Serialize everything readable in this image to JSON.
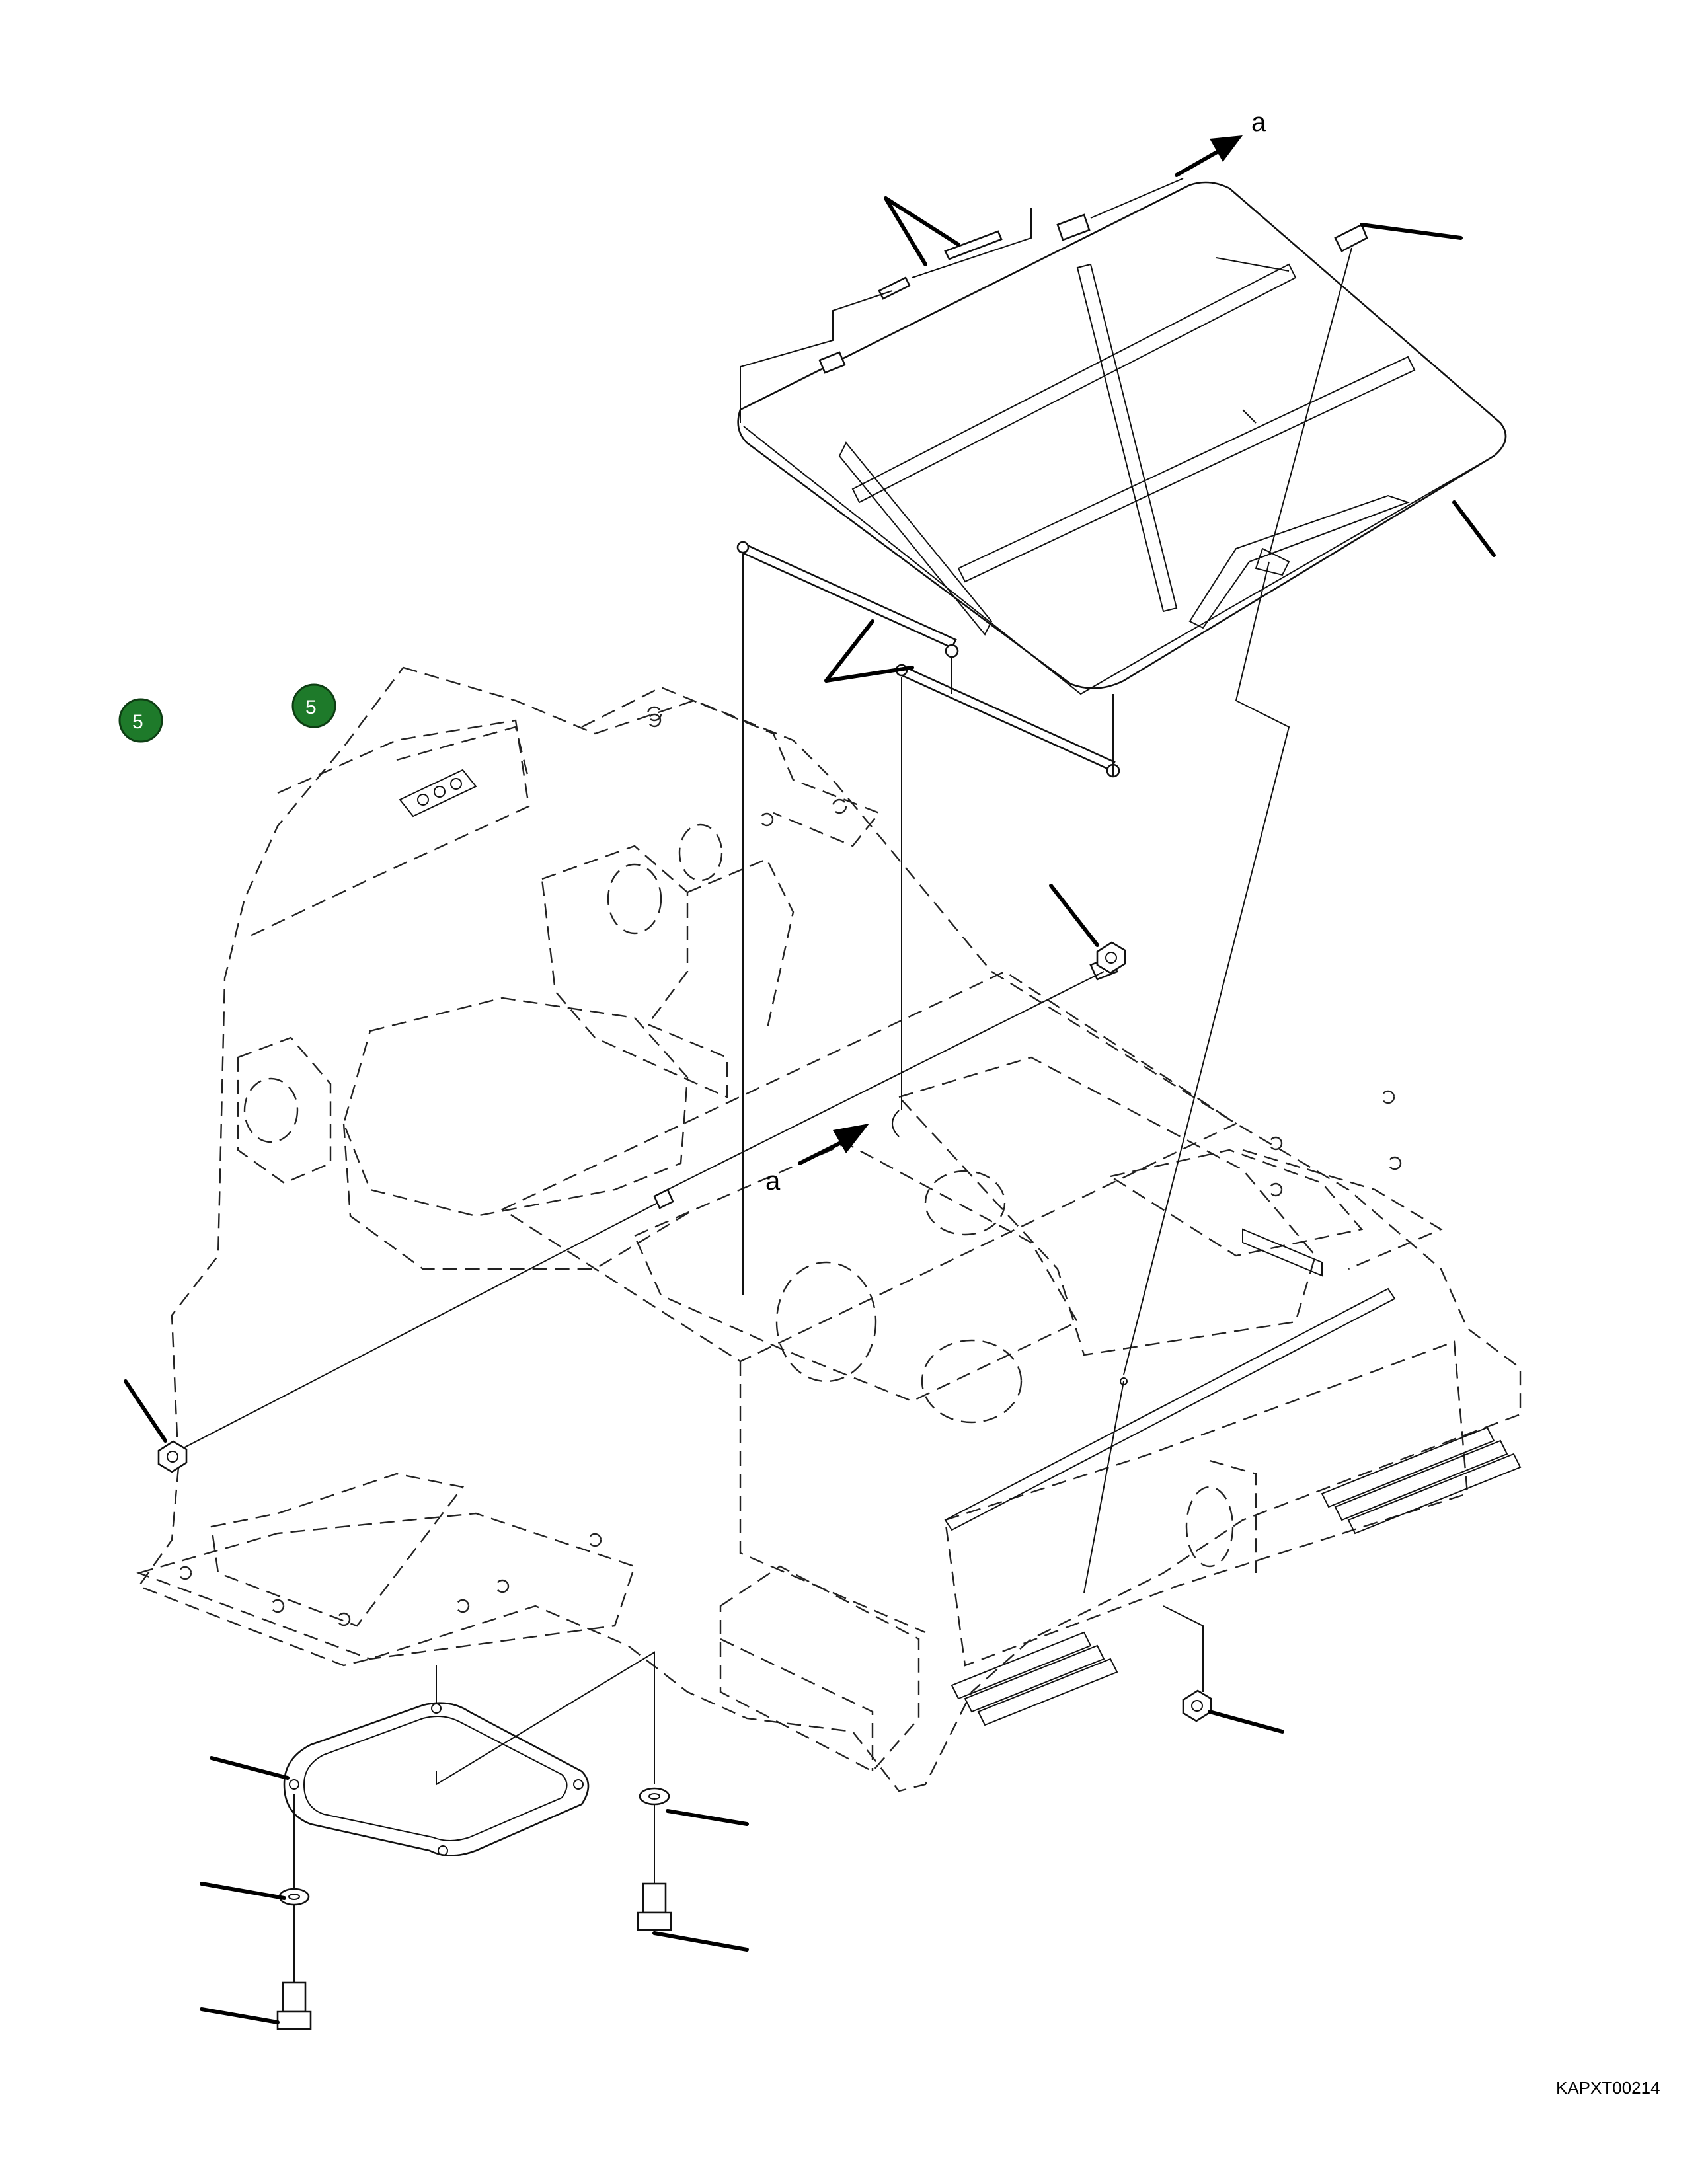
{
  "callout_badges": [
    {
      "label": "5",
      "color": "#1e7a2a"
    },
    {
      "label": "5",
      "color": "#1e7a2a"
    }
  ],
  "reference_marks": [
    "a",
    "a"
  ],
  "drawing_code": "KAPXT00214",
  "colors": {
    "line": "#111111",
    "badge_fill": "#1e7a2a",
    "background": "#ffffff"
  }
}
